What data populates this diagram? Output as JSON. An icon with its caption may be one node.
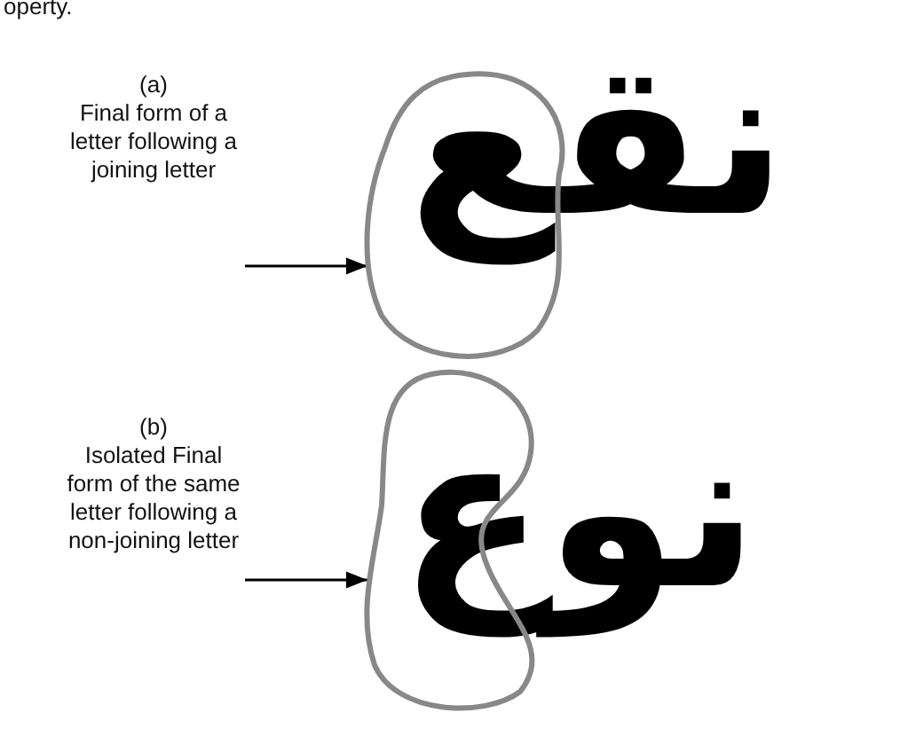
{
  "diagram": {
    "nodes": [
      {
        "text": [
          "(a)",
          "Final form of a letter following a joining letter"
        ]
      },
      {
        "text": [],
        "shape": "circle"
      },
      {
        "text": [
          "(b)",
          "Isolated Final form of the same letter following a non-joining letter"
        ]
      },
      {
        "text": [],
        "shape": "circle"
      }
    ],
    "edges": [
      {
        "from": 0,
        "to": 1,
        "arrow": "to"
      },
      {
        "from": 2,
        "to": 3,
        "arrow": "to"
      }
    ],
    "labels": [
      "operty.",
      "نقع",
      "نوع"
    ]
  }
}
